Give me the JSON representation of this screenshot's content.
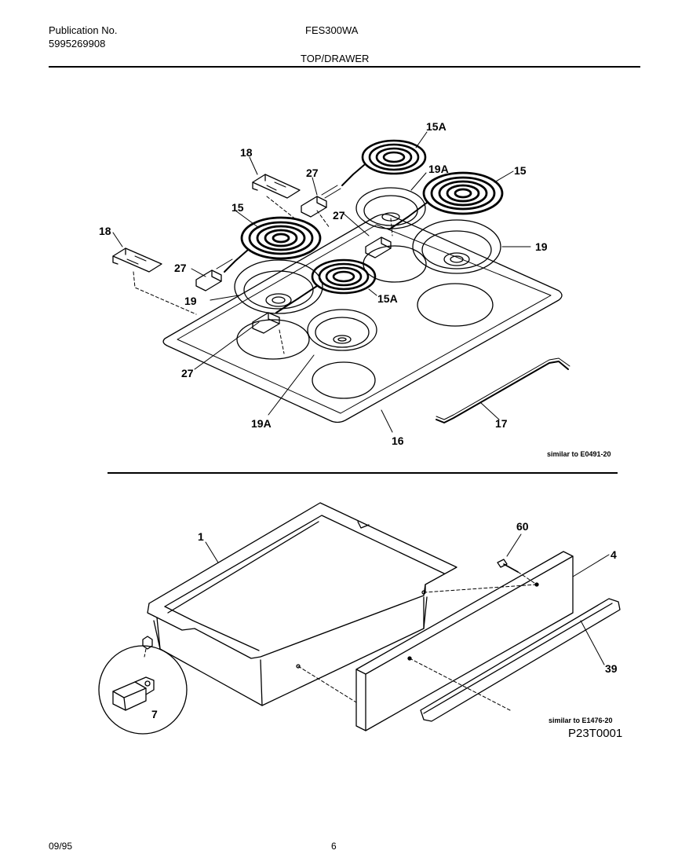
{
  "header": {
    "publication_label": "Publication No.",
    "publication_number": "5995269908",
    "model": "FES300WA",
    "section": "TOP/DRAWER"
  },
  "top_diagram": {
    "labels": {
      "l15A_top": "15A",
      "l19A_top": "19A",
      "l15_right": "15",
      "l18_top": "18",
      "l27_top": "27",
      "l27_mid": "27",
      "l15_left": "15",
      "l18_left": "18",
      "l19_right": "19",
      "l27_left": "27",
      "l19_left": "19",
      "l15A_front": "15A",
      "l27_front": "27",
      "l19A_front": "19A",
      "l16": "16",
      "l17": "17"
    },
    "reference": "similar to E0491-20"
  },
  "bottom_diagram": {
    "labels": {
      "l1": "1",
      "l60": "60",
      "l4": "4",
      "l39": "39",
      "l7": "7"
    },
    "reference": "similar to E1476-20",
    "drawing_code": "P23T0001"
  },
  "footer": {
    "date": "09/95",
    "page": "6"
  }
}
